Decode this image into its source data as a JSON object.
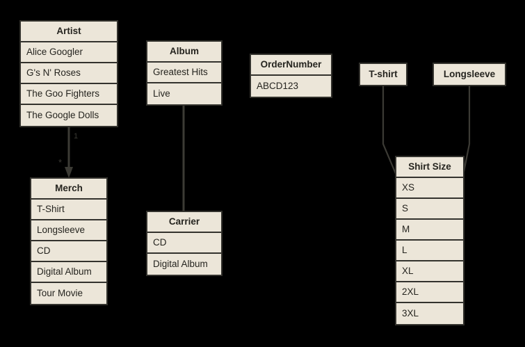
{
  "diagram": {
    "background_color": "#000000",
    "node_fill_color": "#ece6d9",
    "node_border_color": "#33322d",
    "text_color": "#25241f",
    "edge_color": "#3c3b35"
  },
  "entities": {
    "artist": {
      "title": "Artist",
      "items": [
        "Alice Googler",
        "G's N' Roses",
        "The Goo Fighters",
        "The Google Dolls"
      ]
    },
    "album": {
      "title": "Album",
      "items": [
        "Greatest Hits",
        "Live"
      ]
    },
    "order_number": {
      "title": "OrderNumber",
      "items": [
        "ABCD123"
      ]
    },
    "tshirt": {
      "title": "T-shirt",
      "items": []
    },
    "longsleeve": {
      "title": "Longsleeve",
      "items": []
    },
    "merch": {
      "title": "Merch",
      "items": [
        "T-Shirt",
        "Longsleeve",
        "CD",
        "Digital Album",
        "Tour Movie"
      ]
    },
    "carrier": {
      "title": "Carrier",
      "items": [
        "CD",
        "Digital Album"
      ]
    },
    "shirt_size": {
      "title": "Shirt Size",
      "items": [
        "XS",
        "S",
        "M",
        "L",
        "XL",
        "2XL",
        "3XL"
      ]
    }
  },
  "edges": {
    "artist_to_merch": {
      "source_label": "1",
      "target_label": "*"
    }
  }
}
